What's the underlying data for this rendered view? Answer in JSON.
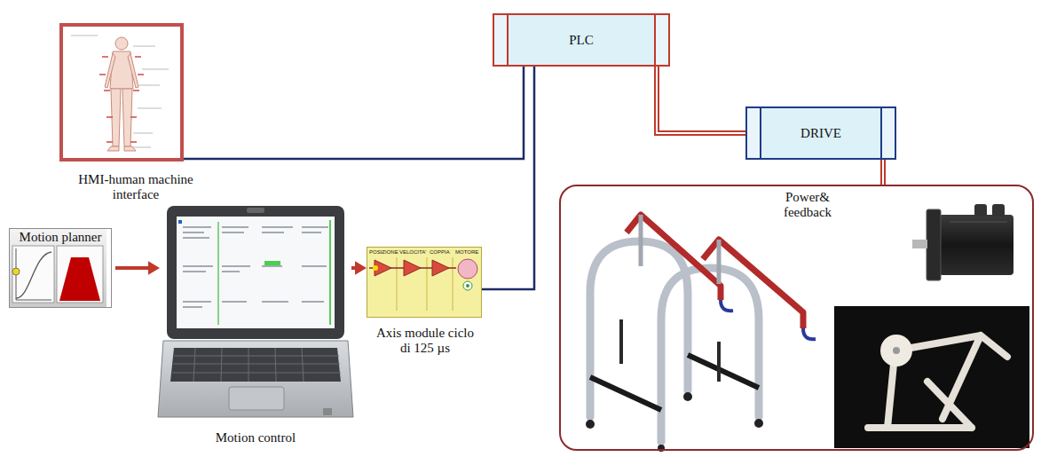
{
  "diagram": {
    "nodes": [
      {
        "text": [
          "HMI-human machine interface"
        ]
      },
      {
        "text": [
          "PLC"
        ]
      },
      {
        "text": [
          "DRIVE"
        ]
      },
      {
        "text": [
          "Power& feedback"
        ]
      },
      {
        "text": [
          "Motion planner"
        ]
      },
      {
        "text": [
          "Motion control"
        ]
      },
      {
        "text": [
          "Axis module ciclo di 125 µs"
        ]
      }
    ],
    "edges": [
      {
        "from": 0,
        "to": 1,
        "arrow": "none"
      },
      {
        "from": 6,
        "to": 1,
        "arrow": "none"
      },
      {
        "from": 1,
        "to": 2,
        "arrow": "none"
      },
      {
        "from": 2,
        "to": 3,
        "arrow": "none"
      },
      {
        "from": 4,
        "to": 5,
        "arrow": "to"
      },
      {
        "from": 5,
        "to": 6,
        "arrow": "to"
      }
    ],
    "labels": [
      "POSIZIONE",
      "VELOCITA'",
      "COPPIA",
      "MOTORE"
    ]
  }
}
